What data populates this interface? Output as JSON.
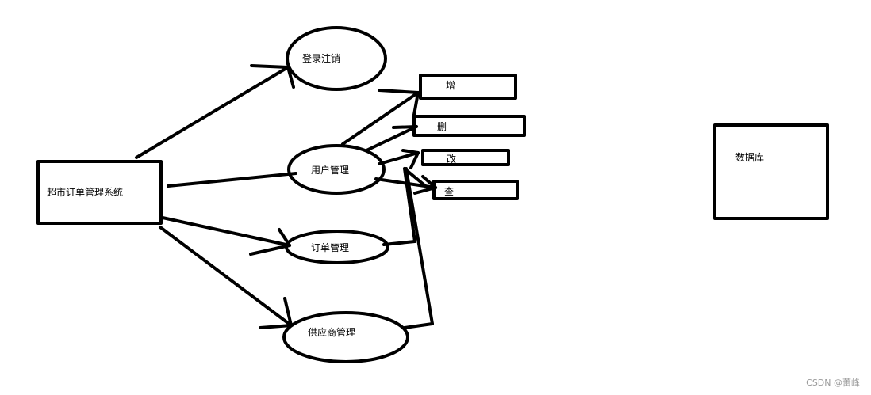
{
  "diagram": {
    "nodes": {
      "system": "超市订单管理系统",
      "login": "登录注销",
      "user": "用户管理",
      "order": "订单管理",
      "supplier": "供应商管理",
      "add": "增",
      "delete": "删",
      "modify": "改",
      "query": "查",
      "database": "数据库"
    }
  },
  "watermark": "CSDN @蕾峰"
}
